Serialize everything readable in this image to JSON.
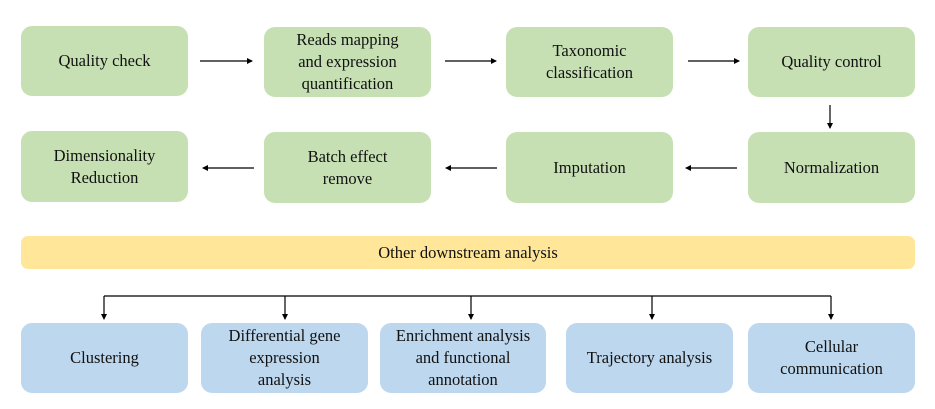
{
  "pipeline": {
    "row1": [
      {
        "label": "Quality check"
      },
      {
        "label": "Reads mapping\nand expression\nquantification"
      },
      {
        "label": "Taxonomic\nclassification"
      },
      {
        "label": "Quality control"
      }
    ],
    "row2": [
      {
        "label": "Dimensionality\nReduction"
      },
      {
        "label": "Batch effect\nremove"
      },
      {
        "label": "Imputation"
      },
      {
        "label": "Normalization"
      }
    ]
  },
  "downstream": {
    "header": "Other downstream analysis",
    "items": [
      {
        "label": "Clustering"
      },
      {
        "label": "Differential gene\nexpression\nanalysis"
      },
      {
        "label": "Enrichment analysis\nand functional\nannotation"
      },
      {
        "label": "Trajectory analysis"
      },
      {
        "label": "Cellular\ncommunication"
      }
    ]
  },
  "colors": {
    "pipeline_box": "#c6e0b4",
    "downstream_header": "#ffe699",
    "downstream_box": "#bdd7ee",
    "arrow": "#000000"
  }
}
